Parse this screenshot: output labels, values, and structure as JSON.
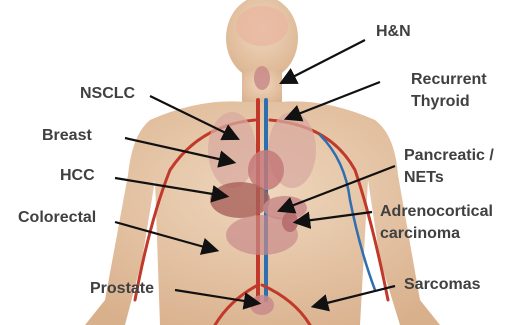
{
  "diagram": {
    "labels": {
      "hn": "H&N",
      "recurrent": "Recurrent",
      "thyroid": "Thyroid",
      "nsclc": "NSCLC",
      "breast": "Breast",
      "hcc": "HCC",
      "colorectal": "Colorectal",
      "prostate": "Prostate",
      "pancreatic": "Pancreatic /",
      "nets": "NETs",
      "adrenocortical": "Adrenocortical",
      "carcinoma": "carcinoma",
      "sarcomas": "Sarcomas"
    },
    "colors": {
      "label_text": "#404040",
      "arrow": "#111111",
      "skin": "#e6c9a8",
      "vessel_red": "#c0392b",
      "vessel_blue": "#2e6fb0",
      "organ_pink": "#c98a8a"
    }
  }
}
